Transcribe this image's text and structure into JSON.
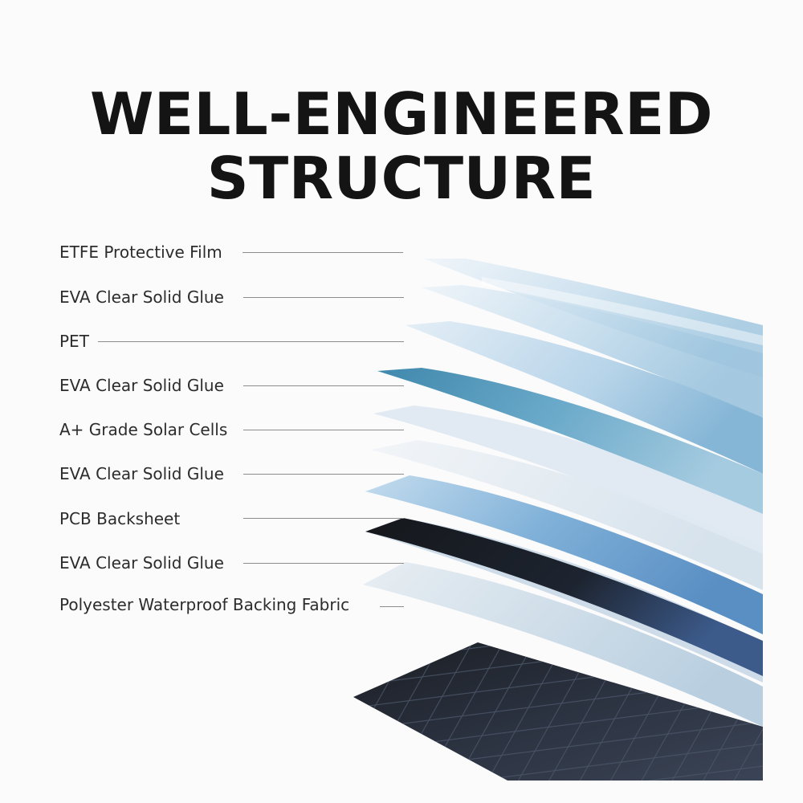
{
  "title": {
    "line1": "WELL-ENGINEERED",
    "line2": "STRUCTURE"
  },
  "layers": [
    {
      "label": "ETFE Protective Film"
    },
    {
      "label": "EVA Clear Solid Glue"
    },
    {
      "label": "PET"
    },
    {
      "label": "EVA Clear Solid Glue"
    },
    {
      "label": "A+ Grade Solar Cells"
    },
    {
      "label": "EVA Clear Solid Glue"
    },
    {
      "label": "PCB Backsheet"
    },
    {
      "label": "EVA Clear Solid Glue"
    },
    {
      "label": "Polyester Waterproof Backing Fabric"
    }
  ],
  "colors": {
    "title": "#141414",
    "label_text": "#2c2c2c",
    "leader_line": "#8c8c8c",
    "film_light": "#dbe8f2",
    "film_mid": "#a9cde6",
    "film_teal": "#4f93b5",
    "panel_dark": "#20242c",
    "cell_grid": "#3a4352"
  }
}
